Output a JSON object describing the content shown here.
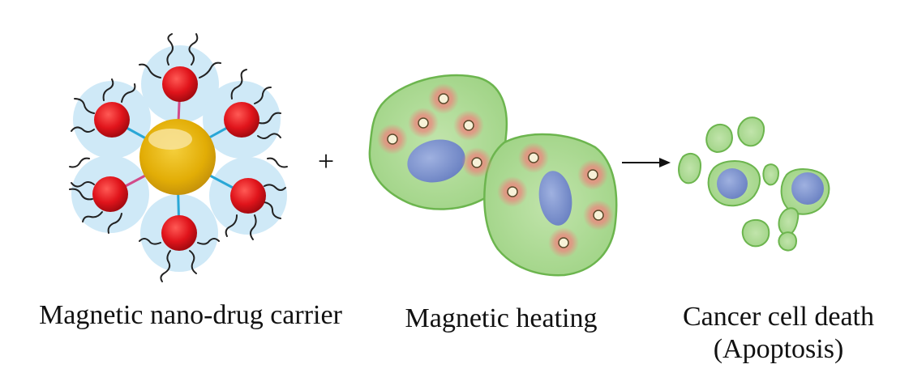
{
  "labels": {
    "carrier": "Magnetic nano-drug carrier",
    "heating": "Magnetic heating",
    "death_line1": "Cancer cell death",
    "death_line2": "(Apoptosis)",
    "plus": "+"
  },
  "colors": {
    "core": "#e8b40a",
    "particle": "#e0141b",
    "halo": "#cfe9f7",
    "cell_fill": "#a9d88f",
    "cell_stroke": "#6cb54e",
    "nucleus": "#7f95cf",
    "hot_spot": "#e9897f"
  }
}
